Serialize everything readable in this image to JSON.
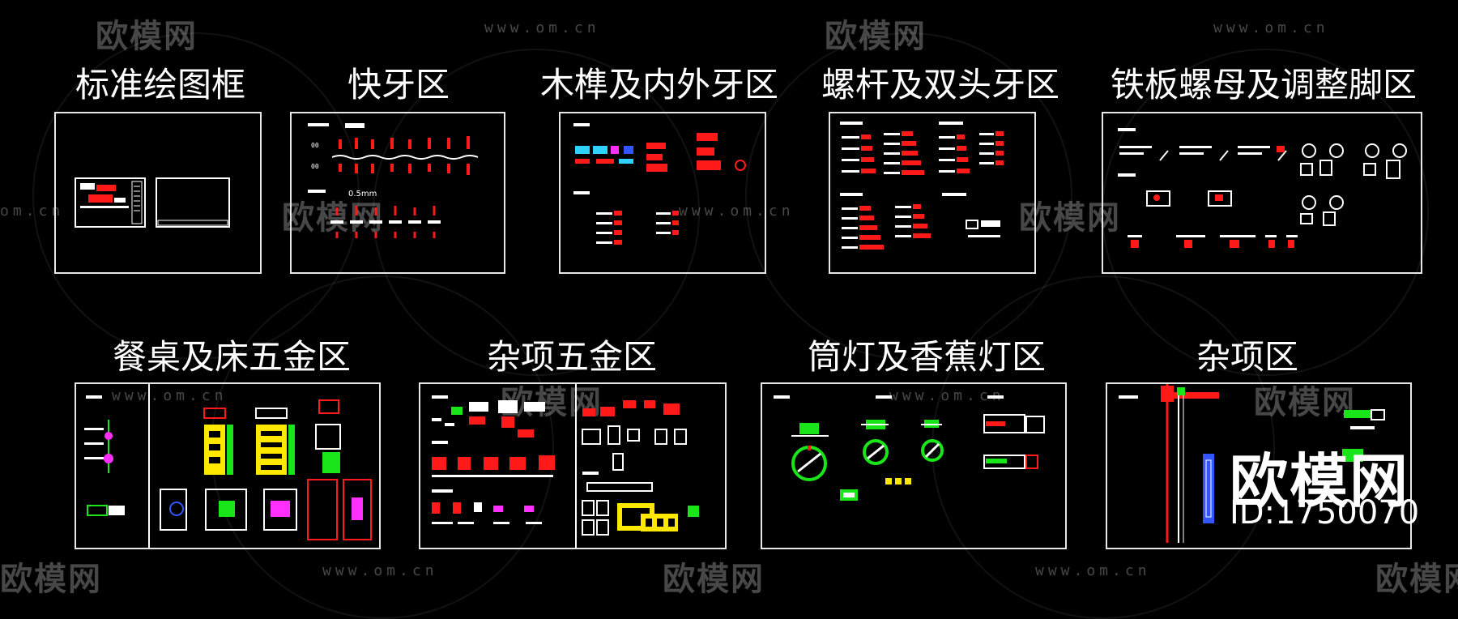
{
  "watermarks": {
    "logo_text": "欧模网",
    "url_text": "www.om.cn",
    "edge_url_text": "om.cn"
  },
  "sections": [
    {
      "title": "标准绘图框"
    },
    {
      "title": "快牙区"
    },
    {
      "title": "木榫及内外牙区"
    },
    {
      "title": "螺杆及双头牙区"
    },
    {
      "title": "铁板螺母及调整脚区"
    },
    {
      "title": "餐桌及床五金区"
    },
    {
      "title": "杂项五金区"
    },
    {
      "title": "筒灯及香蕉灯区"
    },
    {
      "title": "杂项区"
    }
  ],
  "frame_labels": {
    "small": "0.5mm"
  },
  "brand": {
    "name": "欧模网",
    "id": "ID:1750070"
  },
  "colors": {
    "red": "#ff1a1a",
    "green": "#19e619",
    "yellow": "#ffe800",
    "cyan": "#30d0ff",
    "magenta": "#ff30ff",
    "blue": "#3355ff",
    "white": "#ffffff"
  }
}
